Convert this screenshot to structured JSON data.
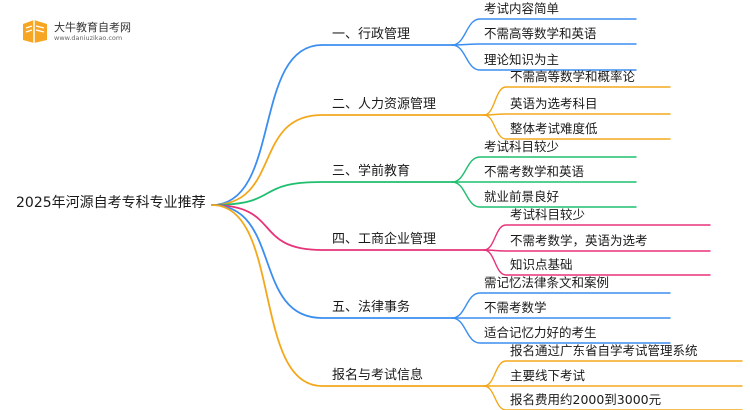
{
  "logo": {
    "title": "大牛教育自考网",
    "url": "www.daniuzikao.com"
  },
  "root": "2025年河源自考专科专业推荐",
  "branches": [
    {
      "label": "一、行政管理",
      "color": "#3b8ef0",
      "leaves": [
        "考试内容简单",
        "不需高等数学和英语",
        "理论知识为主"
      ]
    },
    {
      "label": "二、人力资源管理",
      "color": "#f3a81c",
      "leaves": [
        "不需高等数学和概率论",
        "英语为选考科目",
        "整体考试难度低"
      ]
    },
    {
      "label": "三、学前教育",
      "color": "#1fbf6f",
      "leaves": [
        "考试科目较少",
        "不需考数学和英语",
        "就业前景良好"
      ]
    },
    {
      "label": "四、工商企业管理",
      "color": "#e8327a",
      "leaves": [
        "考试科目较少",
        "不需考数学，英语为选考",
        "知识点基础"
      ]
    },
    {
      "label": "五、法律事务",
      "color": "#3b8ef0",
      "leaves": [
        "需记忆法律条文和案例",
        "不需考数学",
        "适合记忆力好的考生"
      ]
    },
    {
      "label": "报名与考试信息",
      "color": "#f3a81c",
      "leaves": [
        "报名通过广东省自学考试管理系统",
        "主要线下考试",
        "报名费用约2000到3000元"
      ]
    }
  ]
}
